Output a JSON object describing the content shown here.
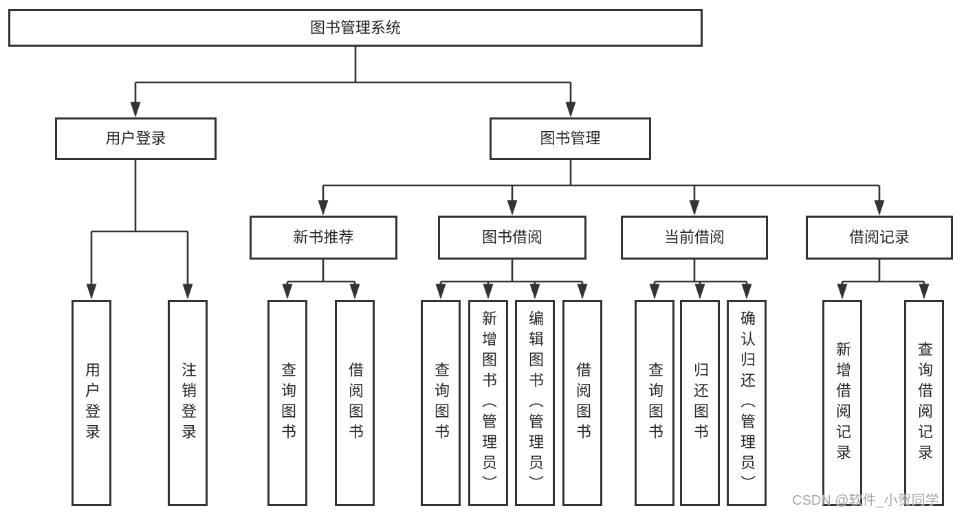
{
  "diagram": {
    "watermark": "CSDN @软件_小贺同学",
    "colors": {
      "line": "#333333",
      "border": "#333333",
      "box_bg": "#ffffff",
      "text": "#262626",
      "watermark": "#a7a7ae"
    },
    "nodes": {
      "root": "图书管理系统",
      "user_login": "用户登录",
      "book_management": "图书管理",
      "new_book_recommend": "新书推荐",
      "book_borrow": "图书借阅",
      "current_borrow": "当前借阅",
      "borrow_record": "借阅记录",
      "leaf_user_login": "用户登录",
      "leaf_logout": "注销登录",
      "leaf_rec_query_book": "查询图书",
      "leaf_rec_borrow_book": "借阅图书",
      "leaf_bb_query_book": "查询图书",
      "leaf_bb_add_book": "新增图书（管理员）",
      "leaf_bb_edit_book": "编辑图书（管理员）",
      "leaf_bb_borrow_book": "借阅图书",
      "leaf_cb_query_book": "查询图书",
      "leaf_cb_return_book": "归还图书",
      "leaf_cb_confirm_return": "确认归还（管理员）",
      "leaf_br_add_record": "新增借阅记录",
      "leaf_br_query_record": "查询借阅记录"
    }
  }
}
